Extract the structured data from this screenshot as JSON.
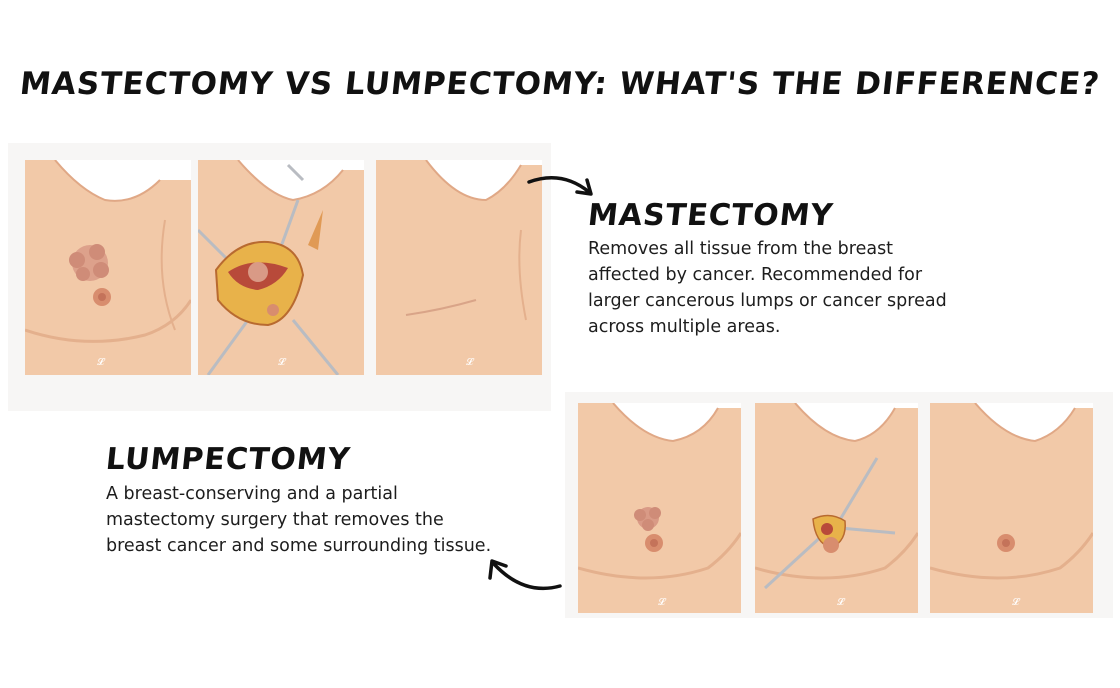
{
  "title": "MASTECTOMY VS LUMPECTOMY: WHAT'S THE DIFFERENCE?",
  "mastectomy": {
    "heading": "MASTECTOMY",
    "lines": [
      "Removes all tissue from the breast",
      "affected by cancer. Recommended for",
      "larger cancerous lumps or cancer spread",
      "across multiple areas."
    ]
  },
  "lumpectomy": {
    "heading": "LUMPECTOMY",
    "lines": [
      "A breast-conserving and a partial",
      "mastectomy surgery that removes the",
      "breast cancer and some surrounding tissue."
    ]
  },
  "colors": {
    "skin": "#f2c9a8",
    "skin_shadow": "#e4b08d",
    "tumor": "#d99a86",
    "wound": "#b84a3a",
    "fat": "#e8b24a",
    "nipple": "#d88d6e",
    "instrument": "#b9bcc2"
  },
  "icons": [
    "curved-arrow-right-icon",
    "curved-arrow-left-icon",
    "signature-icon"
  ]
}
